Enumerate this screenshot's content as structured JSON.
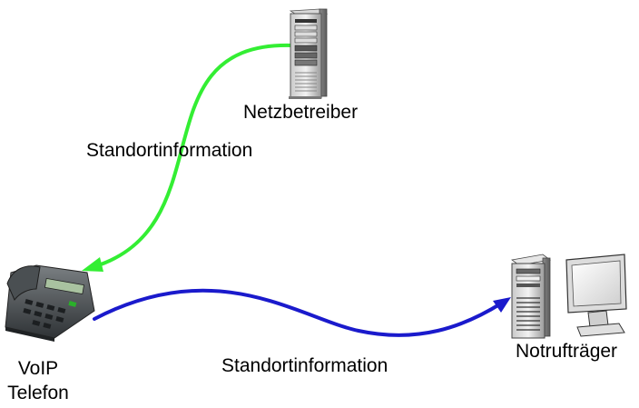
{
  "nodes": {
    "provider": {
      "label": "Netzbetreiber",
      "icon": "server-tower-icon"
    },
    "phone": {
      "line1": "VoIP",
      "line2": "Telefon",
      "icon": "desk-phone-icon"
    },
    "psap": {
      "label": "Notrufträger",
      "icon": "workstation-icon"
    }
  },
  "edges": {
    "provider_to_phone": {
      "label": "Standortinformation",
      "color": "#33ee33"
    },
    "phone_to_psap": {
      "label": "Standortinformation",
      "color": "#1a1acc"
    }
  }
}
